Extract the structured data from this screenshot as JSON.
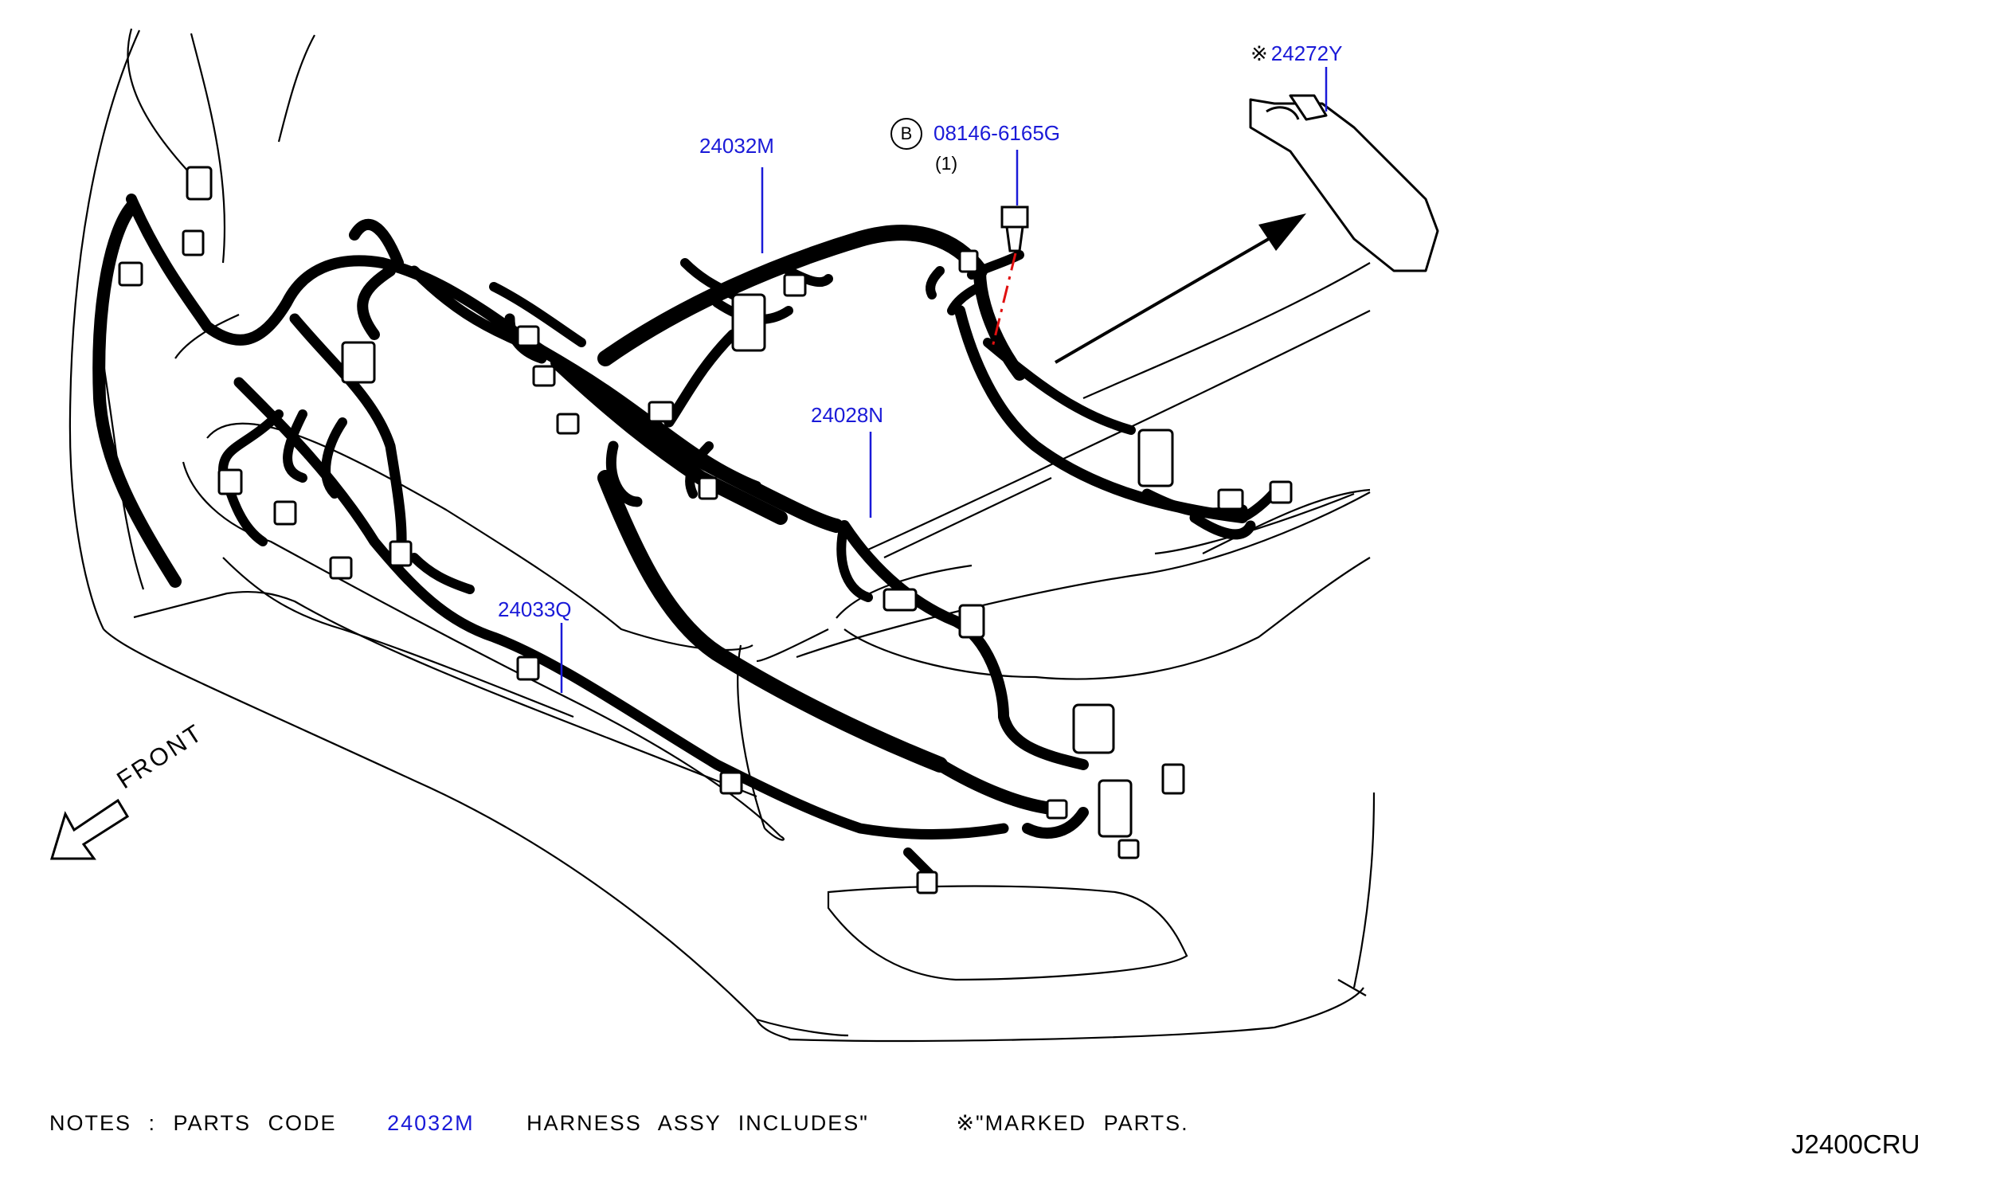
{
  "diagram": {
    "callouts": {
      "bracket": {
        "mark": "※",
        "part": "24272Y"
      },
      "bolt": {
        "circle_letter": "B",
        "part": "08146-6165G",
        "qty": "(1)"
      },
      "main_harness": {
        "part": "24032M"
      },
      "engine_room_harness": {
        "part": "24028N"
      },
      "bumper_harness": {
        "part": "24033Q"
      }
    },
    "front_label": "FRONT",
    "notes": {
      "prefix": "NOTES : PARTS CODE",
      "code": "24032M",
      "middle": "HARNESS ASSY INCLUDES\"",
      "mark": "※",
      "suffix": "\"MARKED PARTS."
    },
    "illustration_code": "J2400CRU",
    "colors": {
      "callout": "#1a1ad8",
      "line": "#000000",
      "dash": "#e01010"
    }
  }
}
